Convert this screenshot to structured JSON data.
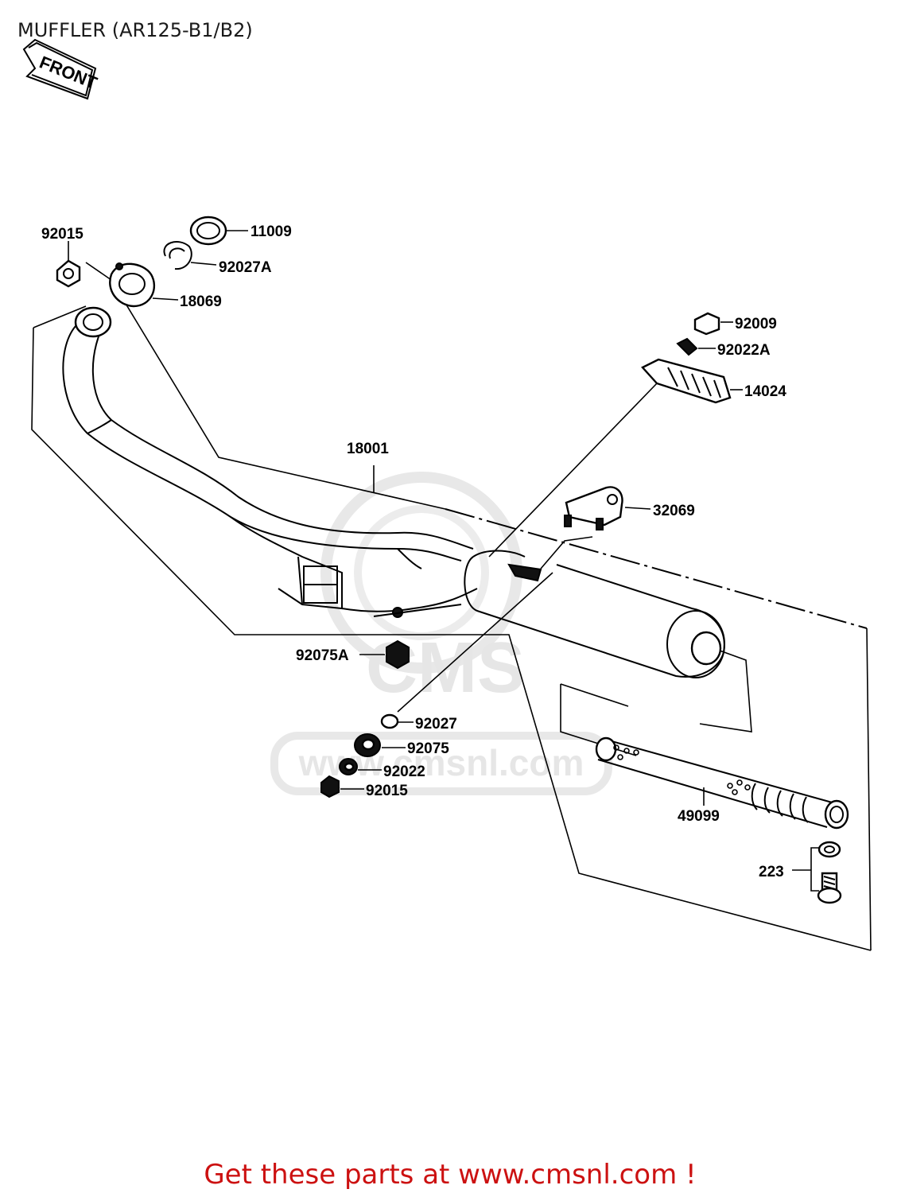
{
  "title": "MUFFLER (AR125-B1/B2)",
  "front_arrow": "FRONT",
  "parts": {
    "p92015_top": "92015",
    "p11009": "11009",
    "p92027a": "92027A",
    "p18069": "18069",
    "p92009": "92009",
    "p92022a": "92022A",
    "p14024": "14024",
    "p18001": "18001",
    "p32069": "32069",
    "p92075a": "92075A",
    "p92027": "92027",
    "p92075": "92075",
    "p92022": "92022",
    "p92015_bottom": "92015",
    "p49099": "49099",
    "p223": "223"
  },
  "watermark": "www.cmsnl.com",
  "watermark_logo": "CMS",
  "footer": "Get these parts at www.cmsnl.com !"
}
